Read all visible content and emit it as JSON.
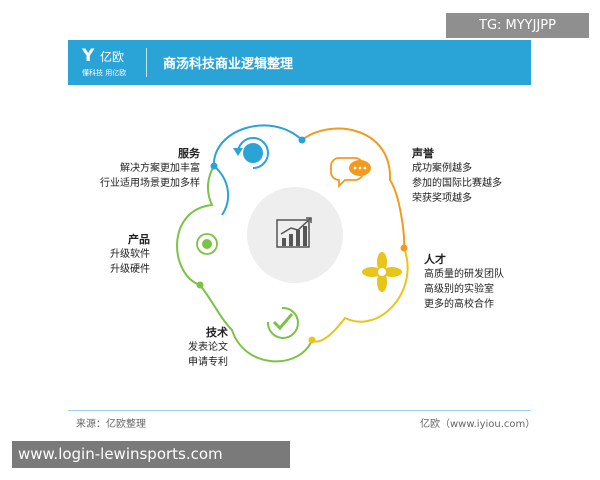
{
  "header": {
    "logo_mark": "Y",
    "logo_name": "亿欧",
    "logo_tagline": "懂科技 用亿欧",
    "title": "商汤科技商业逻辑整理"
  },
  "overlay": {
    "tg": "TG: MYYJJPP",
    "watermark": "www.login-lewinsports.com"
  },
  "nodes": {
    "service": {
      "title": "服务",
      "lines": [
        "解决方案更加丰富",
        "行业适用场景更加多样"
      ]
    },
    "product": {
      "title": "产品",
      "lines": [
        "升级软件",
        "升级硬件"
      ]
    },
    "tech": {
      "title": "技术",
      "lines": [
        "发表论文",
        "申请专利"
      ]
    },
    "reputation": {
      "title": "声誉",
      "lines": [
        "成功案例越多",
        "参加的国际比赛越多",
        "荣获奖项越多"
      ]
    },
    "talent": {
      "title": "人才",
      "lines": [
        "高质量的研发团队",
        "高级别的实验室",
        "更多的高校合作"
      ]
    }
  },
  "footer": {
    "source": "来源：亿欧整理",
    "site": "亿欧（www.iyiou.com）"
  },
  "colors": {
    "banner": "#2aa3d6",
    "blue": "#2aa3d6",
    "green": "#7cc247",
    "orange": "#f39a1e",
    "yellow": "#e8c51b"
  }
}
